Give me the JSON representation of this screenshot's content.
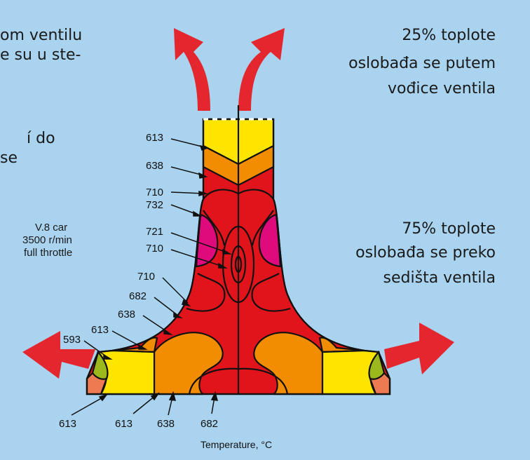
{
  "left_text": {
    "line1": "om ventilu",
    "line2": "e su u ste-",
    "line3": "í do",
    "line4": "se"
  },
  "top_right": {
    "line1": "25% toplote",
    "line2": "oslobađa se putem",
    "line3": "vođice ventila"
  },
  "mid_right": {
    "line1": "75% toplote",
    "line2": "oslobađa se preko",
    "line3": "sedišta ventila"
  },
  "condition": {
    "line1": "V.8 car",
    "line2": "3500 r/min",
    "line3": "full throttle"
  },
  "labels": {
    "stem_613": "613",
    "stem_638": "638",
    "stem_710": "710",
    "l_732": "732",
    "l_721": "721",
    "l_710a": "710",
    "l_710b": "710",
    "l_682": "682",
    "l_638": "638",
    "l_613": "613",
    "l_593": "593",
    "b_613a": "613",
    "b_613b": "613",
    "b_638": "638",
    "b_682": "682"
  },
  "axis_caption": "Temperature, °C",
  "colors": {
    "background": "#a9d3ee",
    "arrow": "#e4262f",
    "yellow": "#fde500",
    "orange": "#f28c00",
    "red": "#e2141b",
    "magenta": "#df0a7c",
    "olive": "#9bb81c",
    "salmon": "#ee7a52"
  }
}
